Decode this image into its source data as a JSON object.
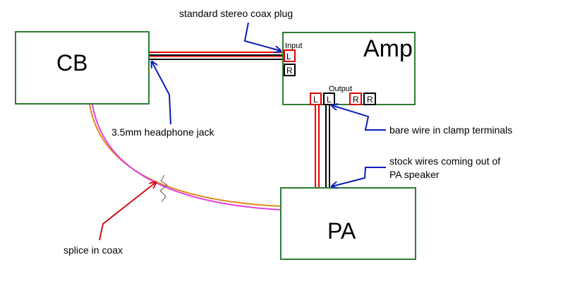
{
  "boxes": {
    "cb": "CB",
    "amp": "Amp",
    "pa": "PA"
  },
  "amp_input": {
    "label": "Input",
    "left": "L",
    "right": "R"
  },
  "amp_output": {
    "label": "Output",
    "terminals": [
      "L",
      "L",
      "R",
      "R"
    ]
  },
  "annotations": {
    "coax_plug": "standard stereo coax plug",
    "headphone_jack": "3.5mm headphone jack",
    "bare_wire": "bare wire in clamp terminals",
    "stock_wires_line1": "stock wires coming out of",
    "stock_wires_line2": "PA speaker",
    "splice": "splice in coax"
  },
  "colors": {
    "box_border": "#2e7d32",
    "red_wire": "#e00000",
    "black_wire": "#000000",
    "blue_arrow": "#0a1fb4",
    "orange_coax": "#e08a1e",
    "magenta_coax": "#e040e0",
    "splice_arrow": "#cc1010"
  }
}
